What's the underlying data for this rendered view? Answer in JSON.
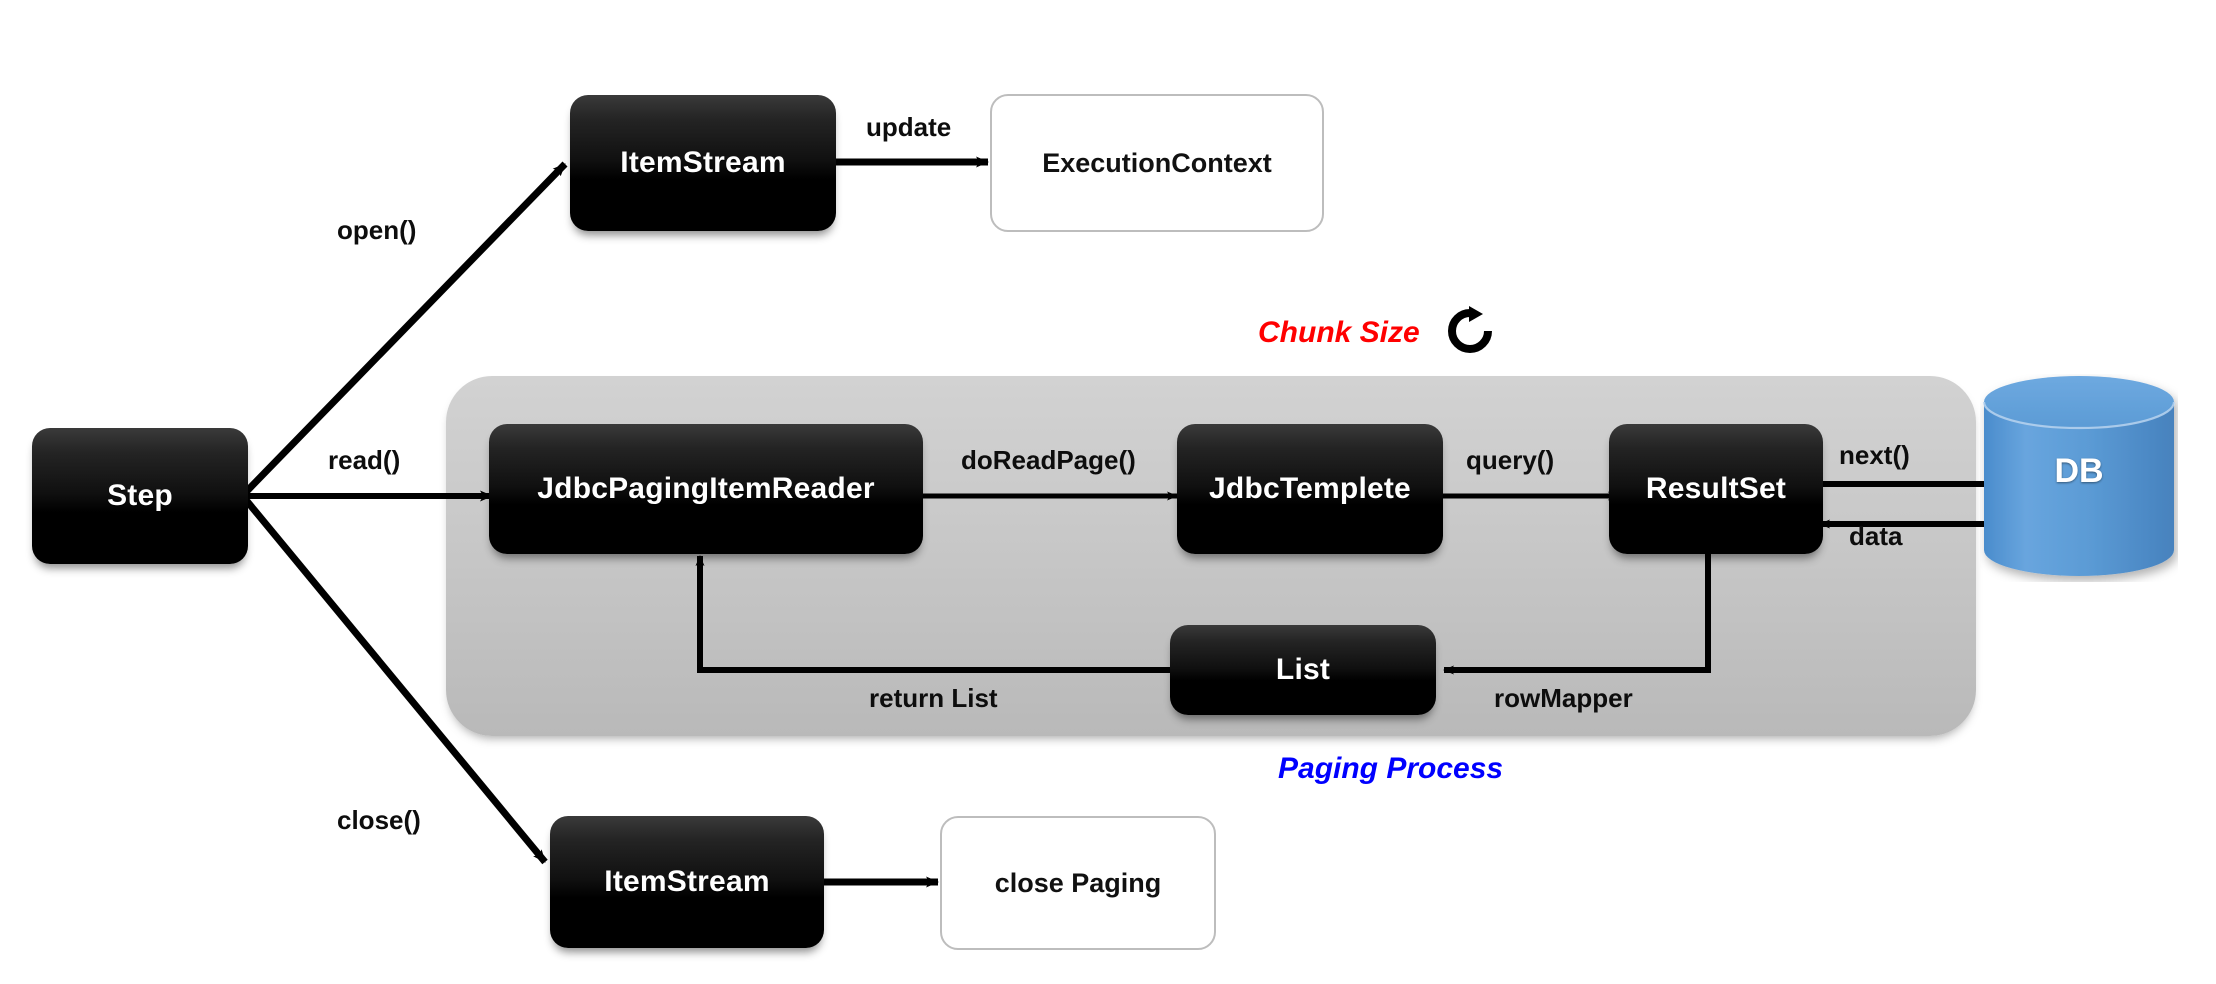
{
  "diagram": {
    "title": "Spring Batch JdbcPagingItemReader paging flow",
    "colors": {
      "node_dark": "#000000",
      "node_light_border": "#bdbdbd",
      "panel_grey": "#c9c9c9",
      "db_blue": "#5b9bd5",
      "chunk_size_red": "#ff0000",
      "paging_process_blue": "#0000ff",
      "edge": "#000000",
      "background": "#ffffff"
    },
    "nodes": {
      "step": {
        "label": "Step"
      },
      "item_stream_open": {
        "label": "ItemStream"
      },
      "execution_context": {
        "label": "ExecutionContext"
      },
      "jdbc_paging_item_reader": {
        "label": "JdbcPagingItemReader"
      },
      "jdbc_templete": {
        "label": "JdbcTemplete"
      },
      "result_set": {
        "label": "ResultSet"
      },
      "list": {
        "label": "List"
      },
      "db": {
        "label": "DB"
      },
      "item_stream_close": {
        "label": "ItemStream"
      },
      "close_paging": {
        "label": "close Paging"
      }
    },
    "edges": {
      "open": "open()",
      "update": "update",
      "read": "read()",
      "do_read_page": "doReadPage()",
      "query": "query()",
      "next": "next()",
      "data": "data",
      "row_mapper": "rowMapper",
      "return_list": "return List",
      "close": "close()"
    },
    "captions": {
      "chunk_size": "Chunk Size",
      "chunk_size_icon": "refresh-loop-icon",
      "paging_process": "Paging Process"
    }
  }
}
